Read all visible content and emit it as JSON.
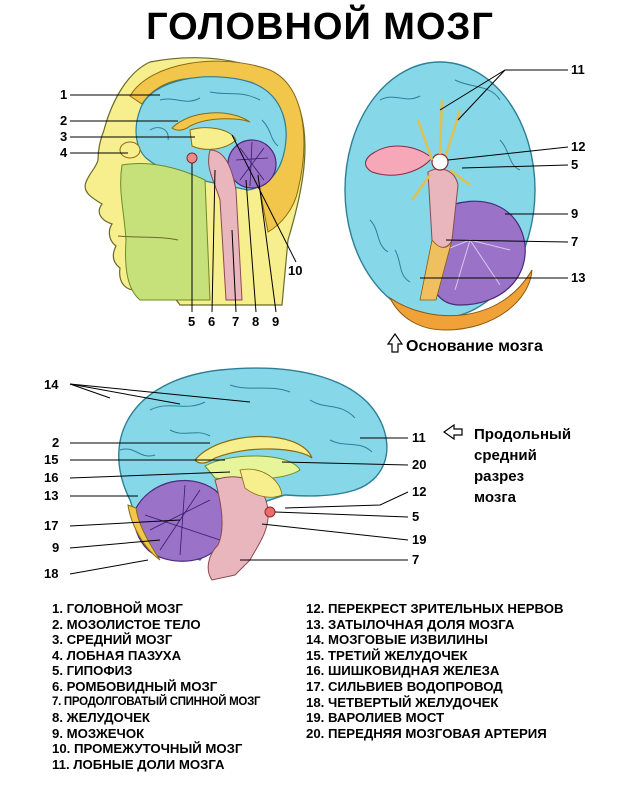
{
  "title": "ГОЛОВНОЙ МОЗГ",
  "caption_base": "Основание мозга",
  "caption_section": [
    "Продольный",
    "средний",
    "разрез",
    "мозга"
  ],
  "colors": {
    "brain": "#86d8e8",
    "brain_dark": "#5ab6cc",
    "skin": "#f7ee8e",
    "bone": "#f2c64a",
    "face_green": "#c7e17a",
    "cerebellum": "#9a72c8",
    "stem": "#e8b6bc",
    "orange": "#f0a238"
  },
  "head_numbers": {
    "left": [
      "1",
      "2",
      "3",
      "4"
    ],
    "bottom": [
      "5",
      "6",
      "7",
      "8",
      "9"
    ],
    "right": [
      "10"
    ]
  },
  "base_numbers": [
    "11",
    "12",
    "5",
    "9",
    "7",
    "13"
  ],
  "section_numbers": {
    "left": [
      "14",
      "2",
      "15",
      "16",
      "13",
      "17",
      "9",
      "18"
    ],
    "right": [
      "11",
      "20",
      "12",
      "5",
      "19",
      "7"
    ]
  },
  "legend": [
    "1. ГОЛОВНОЙ МОЗГ",
    "2. МОЗОЛИСТОЕ ТЕЛО",
    "3. СРЕДНИЙ МОЗГ",
    "4. ЛОБНАЯ ПАЗУХА",
    "5. ГИПОФИЗ",
    "6. РОМБОВИДНЫЙ МОЗГ",
    "7. ПРОДОЛГОВАТЫЙ СПИННОЙ МОЗГ",
    "8. ЖЕЛУДОЧЕК",
    "9. МОЗЖЕЧОК",
    "10. ПРОМЕЖУТОЧНЫЙ МОЗГ",
    "11. ЛОБНЫЕ ДОЛИ МОЗГА",
    "12. ПЕРЕКРЕСТ ЗРИТЕЛЬНЫХ НЕРВОВ",
    "13. ЗАТЫЛОЧНАЯ ДОЛЯ МОЗГА",
    "14. МОЗГОВЫЕ ИЗВИЛИНЫ",
    "15. ТРЕТИЙ ЖЕЛУДОЧЕК",
    "16. ШИШКОВИДНАЯ ЖЕЛЕЗА",
    "17. СИЛЬВИЕВ ВОДОПРОВОД",
    "18. ЧЕТВЕРТЫЙ ЖЕЛУДОЧЕК",
    "19. ВАРОЛИЕВ МОСТ",
    "20. ПЕРЕДНЯЯ МОЗГОВАЯ АРТЕРИЯ"
  ]
}
